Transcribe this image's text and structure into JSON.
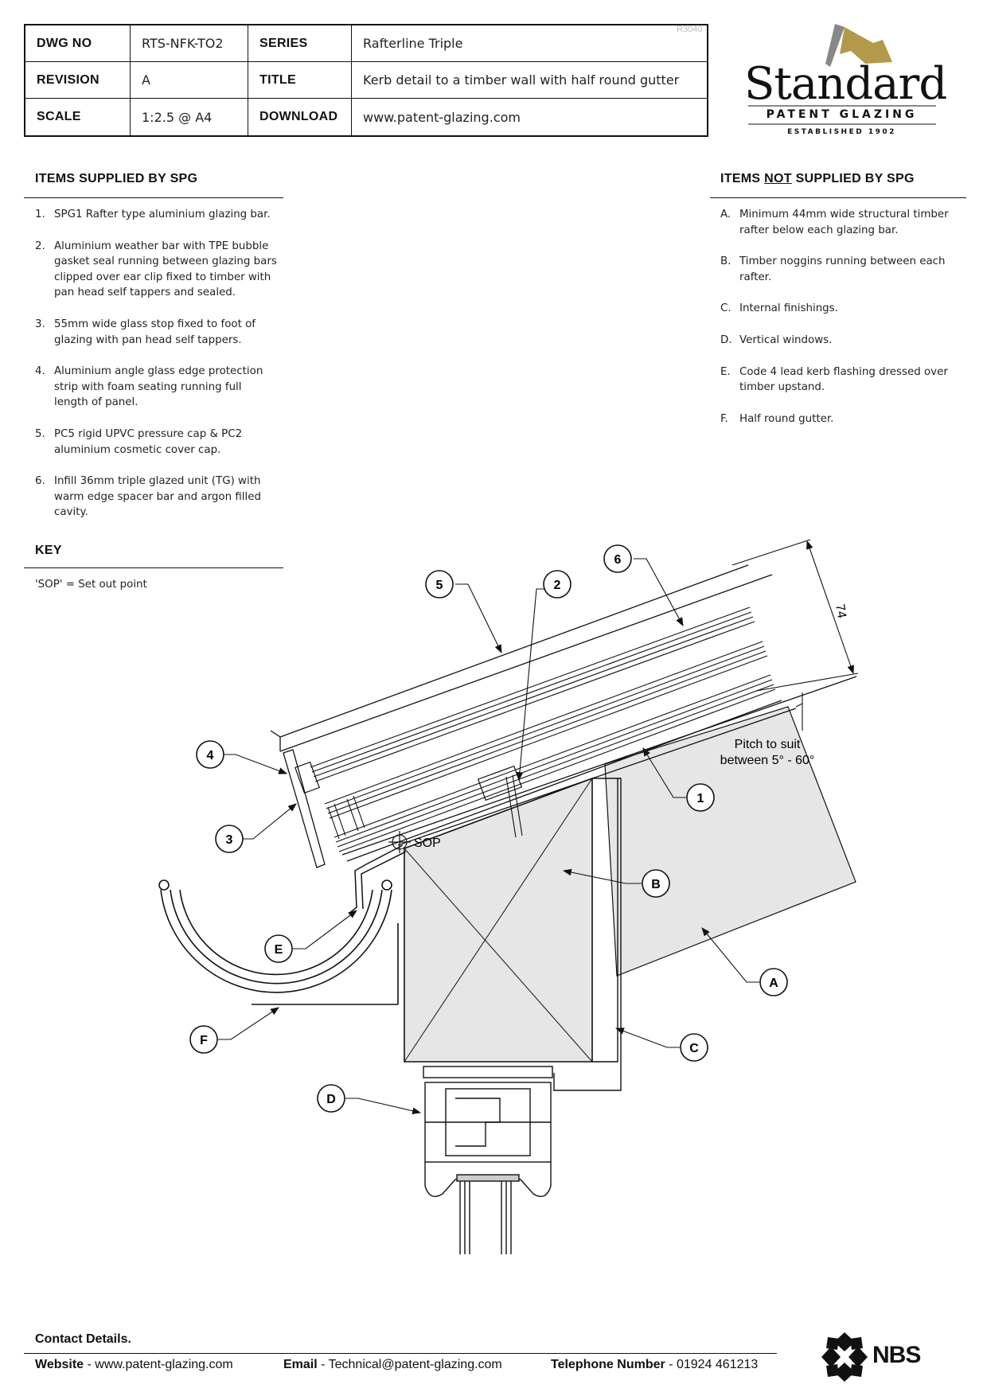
{
  "title_block": {
    "ref_code": "R3040",
    "rows": [
      {
        "k1": "DWG NO",
        "v1": "RTS-NFK-TO2",
        "k2": "SERIES",
        "v2": "Rafterline Triple"
      },
      {
        "k1": "REVISION",
        "v1": "A",
        "k2": "TITLE",
        "v2": "Kerb detail to a timber wall with half round gutter"
      },
      {
        "k1": "SCALE",
        "v1": "1:2.5 @ A4",
        "k2": "DOWNLOAD",
        "v2": "www.patent-glazing.com"
      }
    ]
  },
  "logo": {
    "wordmark": "Standard",
    "subtitle": "PATENT GLAZING",
    "established": "ESTABLISHED 1902",
    "accent_color": "#b39a4a"
  },
  "supplied": {
    "heading": "ITEMS SUPPLIED BY SPG",
    "items": [
      {
        "n": "1.",
        "text": "SPG1 Rafter type aluminium glazing bar."
      },
      {
        "n": "2.",
        "text": "Aluminium weather bar with TPE bubble gasket seal running between glazing bars clipped over ear clip fixed to timber with pan head self tappers and sealed."
      },
      {
        "n": "3.",
        "text": "55mm wide glass stop fixed to foot of glazing with pan head self tappers."
      },
      {
        "n": "4.",
        "text": "Aluminium angle glass edge protection strip with foam seating running full length of panel."
      },
      {
        "n": "5.",
        "text": "PC5 rigid UPVC pressure cap & PC2 aluminium cosmetic cover cap."
      },
      {
        "n": "6.",
        "text": "Infill 36mm triple glazed unit (TG) with warm edge spacer bar and argon filled cavity."
      }
    ]
  },
  "not_supplied": {
    "heading_pre": "ITEMS ",
    "heading_not": "NOT",
    "heading_post": " SUPPLIED BY SPG",
    "items": [
      {
        "n": "A.",
        "text": "Minimum 44mm wide structural timber rafter below each glazing bar."
      },
      {
        "n": "B.",
        "text": "Timber noggins running between each rafter."
      },
      {
        "n": "C.",
        "text": "Internal finishings."
      },
      {
        "n": "D.",
        "text": "Vertical windows."
      },
      {
        "n": "E.",
        "text": "Code 4 lead kerb flashing dressed over timber upstand."
      },
      {
        "n": "F.",
        "text": "Half round gutter."
      }
    ]
  },
  "key": {
    "heading": "KEY",
    "text": "'SOP' = Set out point"
  },
  "drawing": {
    "callouts": [
      "1",
      "2",
      "3",
      "4",
      "5",
      "6",
      "A",
      "B",
      "C",
      "D",
      "E",
      "F"
    ],
    "sop_label": "SOP",
    "dimension": "74",
    "pitch_line1": "Pitch to suit",
    "pitch_line2": "between 5° - 60°"
  },
  "footer": {
    "title": "Contact Details.",
    "website_label": "Website",
    "website": "www.patent-glazing.com",
    "email_label": "Email",
    "email": "Technical@patent-glazing.com",
    "phone_label": "Telephone Number",
    "phone": "01924 461213",
    "sep": "-",
    "nbs": "NBS"
  }
}
